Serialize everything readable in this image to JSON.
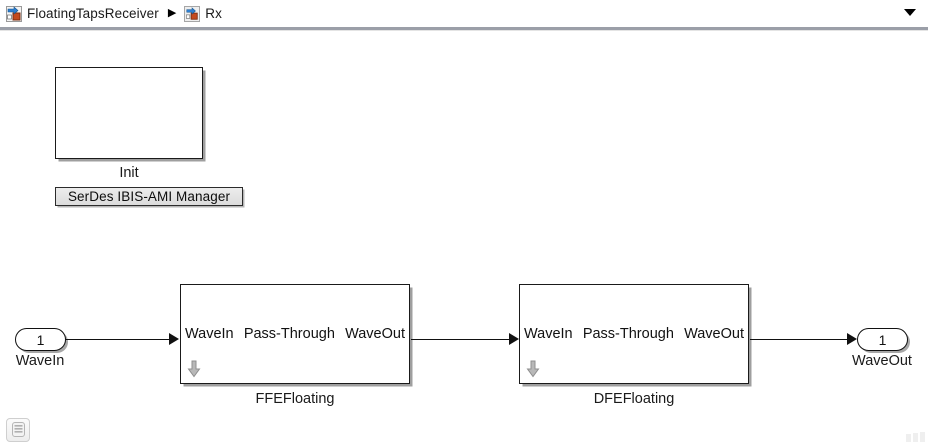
{
  "breadcrumb": {
    "items": [
      {
        "label": "FloatingTapsReceiver",
        "icon": "simulink-model-icon",
        "boxed": false
      },
      {
        "label": "Rx",
        "icon": "simulink-subsystem-icon",
        "boxed": true
      }
    ],
    "separator": "▶",
    "overflow_icon": "chevron-down-icon"
  },
  "canvas": {
    "init": {
      "label": "Init",
      "button_label": "SerDes IBIS-AMI Manager"
    },
    "ports": {
      "input": {
        "number": "1",
        "label": "WaveIn"
      },
      "output": {
        "number": "1",
        "label": "WaveOut"
      }
    },
    "blocks": [
      {
        "name": "FFEFloating",
        "in_label": "WaveIn",
        "mid_label": "Pass-Through",
        "out_label": "WaveOut",
        "badge_icon": "down-arrow-icon"
      },
      {
        "name": "DFEFloating",
        "in_label": "WaveIn",
        "mid_label": "Pass-Through",
        "out_label": "WaveOut",
        "badge_icon": "down-arrow-icon"
      }
    ]
  },
  "status_bar": {
    "left_icon": "model-layers-icon",
    "resize_grip": "resize-grip-icon"
  },
  "colors": {
    "block_border": "#1a1a1a",
    "canvas_bg": "#ffffff",
    "toolbar_separator": "#9b9fa8",
    "button_face": "#e3e3e3",
    "badge_gray": "#a8a8a8"
  }
}
